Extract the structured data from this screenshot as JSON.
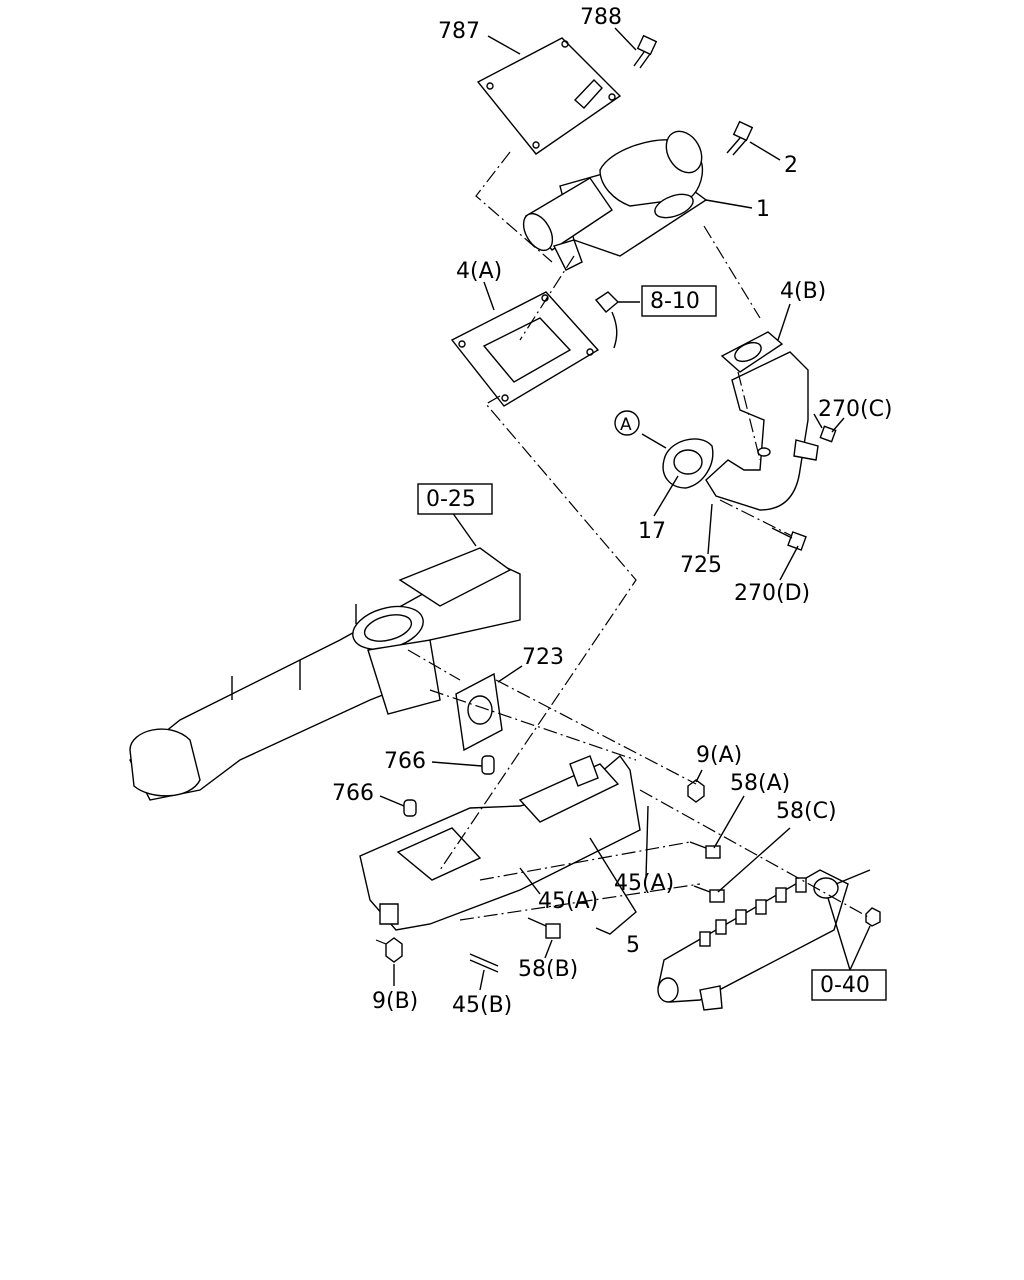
{
  "labels": {
    "l787": "787",
    "l788": "788",
    "l2": "2",
    "l1": "1",
    "l4a": "4(A)",
    "l4b": "4(B)",
    "l810": "8-10",
    "l270c": "270(C)",
    "lA": "A",
    "l17": "17",
    "l725": "725",
    "l270d": "270(D)",
    "l025": "0-25",
    "l723": "723",
    "l766a": "766",
    "l766b": "766",
    "l9a": "9(A)",
    "l58a": "58(A)",
    "l58c": "58(C)",
    "l45a1": "45(A)",
    "l45a2": "45(A)",
    "l5": "5",
    "l58b": "58(B)",
    "l9b": "9(B)",
    "l45b": "45(B)",
    "l040": "0-40"
  }
}
